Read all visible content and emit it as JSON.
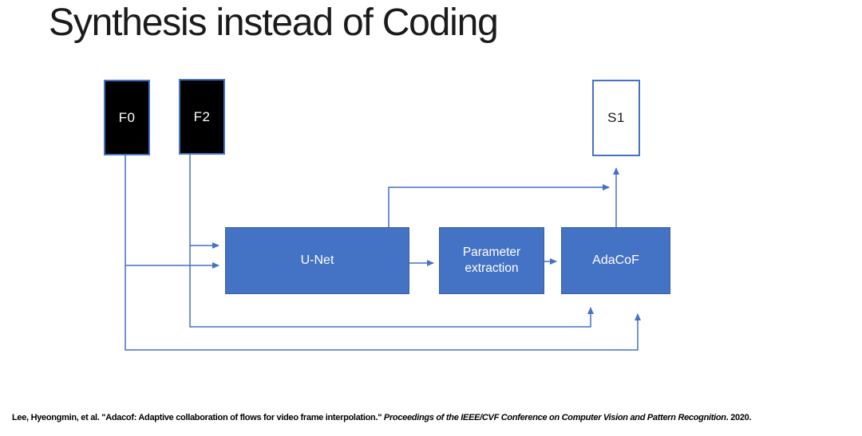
{
  "slide": {
    "title": "Synthesis instead of Coding",
    "background_color": "#ffffff",
    "citation": {
      "authors_and_title": "Lee, Hyeongmin, et al. \"Adacof: Adaptive collaboration of flows for video frame interpolation.\" ",
      "venue_italic": "Proceedings of the IEEE/CVF Conference on Computer Vision and Pattern Recognition",
      "year_suffix": ". 2020."
    }
  },
  "diagram": {
    "nodes": {
      "f0": {
        "label": "F0",
        "role": "input frame",
        "fill": "#000000",
        "text_color": "#ffffff"
      },
      "f2": {
        "label": "F2",
        "role": "input frame",
        "fill": "#000000",
        "text_color": "#ffffff"
      },
      "s1": {
        "label": "S1",
        "role": "output frame",
        "fill": "#ffffff",
        "text_color": "#000000"
      },
      "unet": {
        "label": "U-Net",
        "role": "process",
        "fill": "#4472C4",
        "text_color": "#ffffff"
      },
      "param": {
        "label": "Parameter extraction",
        "role": "process",
        "fill": "#4472C4",
        "text_color": "#ffffff"
      },
      "adacof": {
        "label": "AdaCoF",
        "role": "process",
        "fill": "#4472C4",
        "text_color": "#ffffff"
      }
    },
    "connections": [
      {
        "from": "f0",
        "to": "unet",
        "type": "elbow-arrow"
      },
      {
        "from": "f0",
        "to": "adacof",
        "type": "elbow-arrow-bottom"
      },
      {
        "from": "f2",
        "to": "unet",
        "type": "elbow-arrow"
      },
      {
        "from": "f2",
        "to": "adacof",
        "type": "elbow-arrow-bottom"
      },
      {
        "from": "unet",
        "to": "param",
        "type": "straight-arrow"
      },
      {
        "from": "param",
        "to": "adacof",
        "type": "straight-arrow"
      },
      {
        "from": "unet",
        "to": "s1",
        "type": "elbow-arrow-top"
      },
      {
        "from": "adacof",
        "to": "s1",
        "type": "straight-arrow-up"
      }
    ],
    "colors": {
      "process_fill": "#4472C4",
      "process_border": "#3A5F9F",
      "frame_border": "#4472C4",
      "connector": "#4472C4"
    }
  }
}
